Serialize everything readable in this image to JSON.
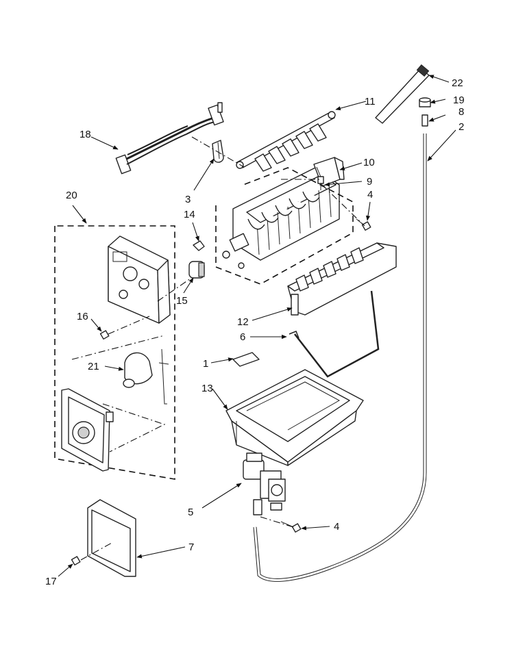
{
  "callouts": {
    "c1": "1",
    "c2": "2",
    "c3": "3",
    "c4a": "4",
    "c4b": "4",
    "c5": "5",
    "c6": "6",
    "c7": "7",
    "c8": "8",
    "c9": "9",
    "c10": "10",
    "c11": "11",
    "c12": "12",
    "c13": "13",
    "c14": "14",
    "c15": "15",
    "c16": "16",
    "c17": "17",
    "c18": "18",
    "c19": "19",
    "c20": "20",
    "c21": "21",
    "c22": "22"
  }
}
